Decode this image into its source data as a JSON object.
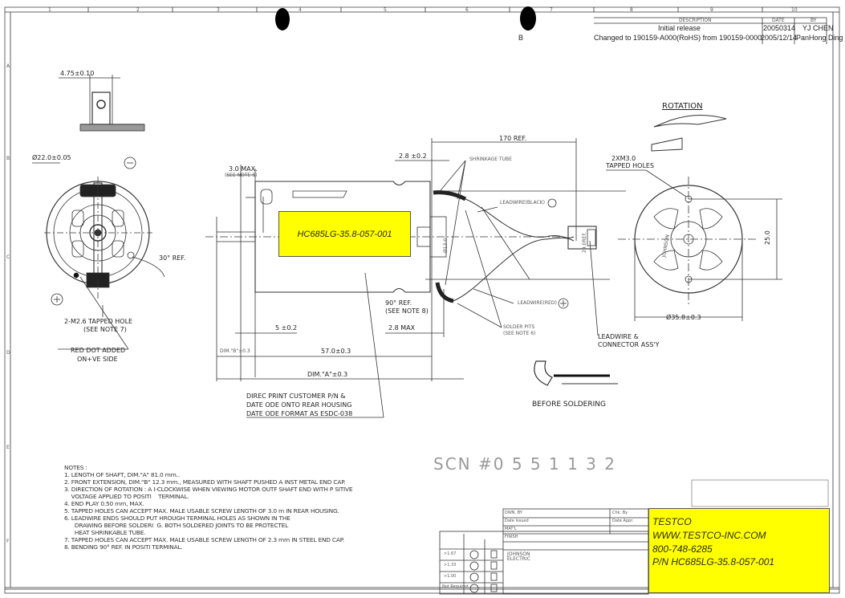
{
  "revision_table": {
    "headers": {
      "description": "DESCRIPTION",
      "date": "DATE",
      "by": "BY"
    },
    "rows": [
      {
        "rev": "",
        "description": "Initial release",
        "date": "20050314",
        "by": "YJ CHEN"
      },
      {
        "rev": "B",
        "description": "Changed to 190159-A000(RoHS) from 190159-0000",
        "date": "2005/12/14",
        "by": "PanHong Ding"
      }
    ]
  },
  "zone_numbers": [
    "1",
    "2",
    "3",
    "4",
    "5",
    "6",
    "7",
    "8",
    "9",
    "10"
  ],
  "zone_letters": [
    "A",
    "B",
    "C",
    "D",
    "E",
    "F"
  ],
  "front_view": {
    "detail_dim": "4.75±0.10",
    "diameter": "Ø22.0±0.05",
    "angle": "30° REF.",
    "tapped_hole": "2-M2.6 TAPPED HOLE",
    "tapped_hole_note": "(SEE NOTE 7)",
    "red_dot": "RED DOT ADDED",
    "red_dot_side": "ON+VE SIDE"
  },
  "side_view": {
    "part_label": "HC685LG-35.8-057-001",
    "max_30": "3.0 MAX.",
    "see_note_5": "(SEE NOTE 5)",
    "dim_28": "2.8 ±0.2",
    "ref_170": "170 REF.",
    "shrink_tube": "SHRINKAGE TUBE",
    "leadwire_black": "LEADWIRE(BLACK)",
    "leadwire_red": "LEADWIRE(RED)",
    "solder_pits": "SOLDER PITS",
    "see_note_6": "(SEE NOTE 6)",
    "bend": "90° REF.",
    "see_note_8": "(SEE NOTE 8)",
    "dim_5": "5 ±0.2",
    "max_28": "2.8 MAX",
    "dim_b": "DIM.\"B\"±0.3",
    "dim_57": "57.0±0.3",
    "dim_a": "DIM.\"A\"±0.3",
    "dia_13": "Ø13.0",
    "ref_29": "29.0REF.",
    "print_lines": [
      "DIREC  PRINT CUSTOMER P/N &",
      "DATE  ODE ONTO REAR HOUSING",
      "DATE  ODE FORMAT AS ESDC-038"
    ]
  },
  "rear_view": {
    "rotation": "ROTATION",
    "tapped_holes": "2XM3.0",
    "tapped_holes_2": "TAPPED HOLES",
    "dim_25": "25.0",
    "diameter": "Ø35.8±0.3",
    "brand": "JOHNSON",
    "connector_label": "LEADWIRE &",
    "connector_label_2": "CONNECTOR ASS'Y",
    "before_soldering": "BEFORE SOLDERING"
  },
  "stamp": "SCN #0 5 5 1 1 3 2",
  "notes": {
    "title": "NOTES :",
    "lines": [
      "1. LENGTH OF SHAFT, DIM.\"A\"  81.0    mm..",
      "2. FRONT EXTENSION, DIM.\"B\"  12.3    mm., MEASURED WITH SHAFT PUSHED A   INST METAL END CAP.",
      "3. DIRECTION OF ROTATION : A  I-CLOCKWISE WHEN VIEWING MOTOR OUTF    SHAFT END WITH P SITIVE",
      "    VOLTAGE APPLIED TO POSITI    TERMINAL.",
      "4. END PLAY 0.50 mm, MAX.",
      "5. TAPPED HOLES CAN ACCEPT  MAX. MALE USABLE SCREW LENGTH OF 3.0 m   IN REAR HOUSING.",
      "6. LEADWIRE ENDS SHOULD PUT  HROUGH TERMINAL HOLES AS SHOWN IN THE",
      "      DRAWING BEFORE SOLDERI  G. BOTH SOLDERED JOINTS TO BE PROTECTEL",
      "      HEAT SHRINKABLE TUBE.",
      "7. TAPPED HOLES CAN ACCEPT  MAX. MALE USABLE SCREW LENGTH OF 2.3 mm IN STEEL END CAP.",
      "8. BENDING 90° REF. IN POSITI    TERMINAL."
    ]
  },
  "title_block": {
    "fields": [
      "DWN. BY",
      "Date Issued",
      "MAT'L",
      "FINISH",
      "Chk. By",
      "Date Appr."
    ],
    "company": "JOHNSON ELECTRIC",
    "tol_rows": [
      ">1.67",
      ">1.33",
      ">1.00",
      "Not Required"
    ]
  },
  "testco": {
    "name": "TESTCO",
    "url": "WWW.TESTCO-INC.COM",
    "phone": "800-748-6285",
    "pn": "P/N HC685LG-35.8-057-001"
  },
  "colors": {
    "highlight": "#ffff00"
  }
}
